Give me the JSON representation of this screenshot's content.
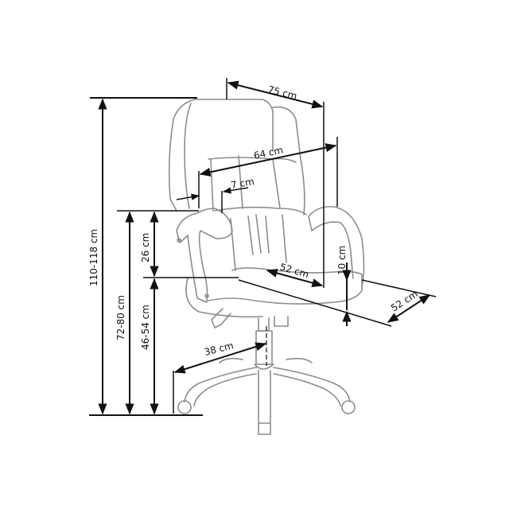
{
  "diagram": {
    "type": "technical-dimension-drawing",
    "subject": "office-chair",
    "line_color": "#111111",
    "outline_color": "#8c8c8c",
    "dimensions": {
      "total_height": "110-118 cm",
      "armrest_height": "72-80 cm",
      "seat_height": "46-54 cm",
      "armrest_above_seat": "26 cm",
      "total_width": "75 cm",
      "backrest_width": "64 cm",
      "armrest_width": "7 cm",
      "seat_width": "52 cm",
      "seat_depth": "52 cm",
      "seat_thickness": "10 cm",
      "base_radius": "38 cm"
    }
  }
}
